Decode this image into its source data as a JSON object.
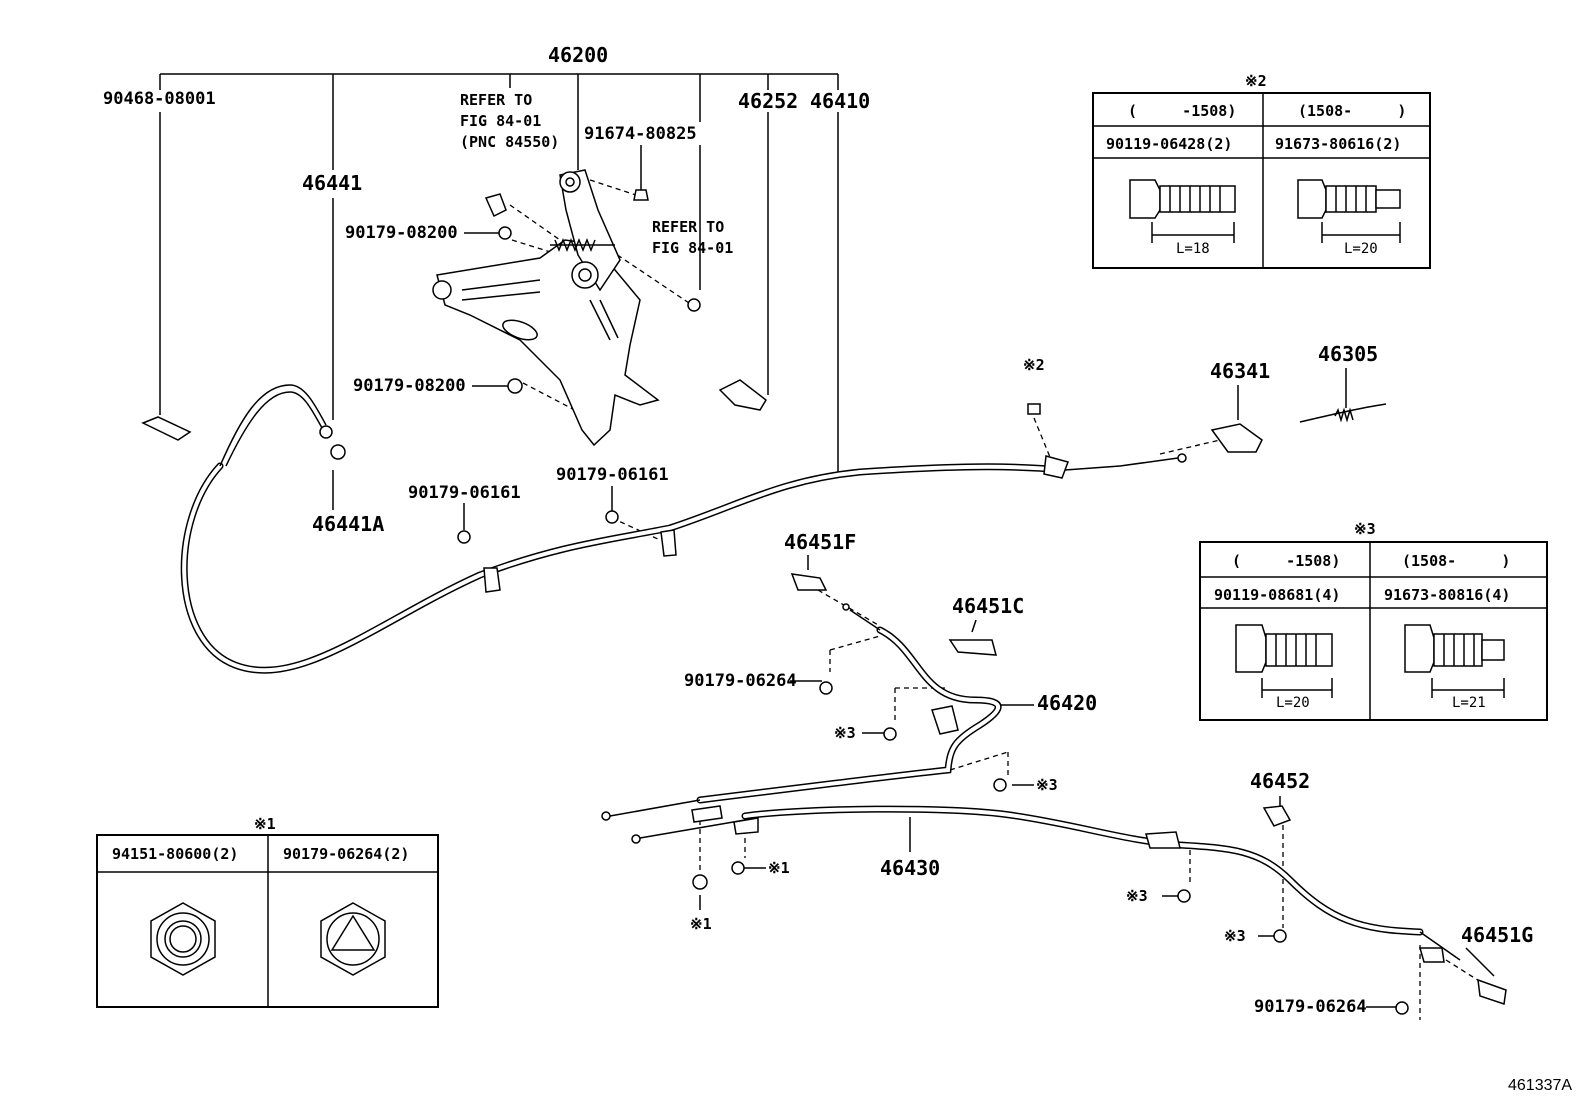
{
  "labels": {
    "p46200": "46200",
    "p90468": "90468-08001",
    "refer1_line1": "REFER TO",
    "refer1_line2": "FIG 84-01",
    "refer1_line3": "(PNC 84550)",
    "p91674": "91674-80825",
    "p46252": "46252",
    "p46410": "46410",
    "p46441": "46441",
    "p90179_08200_a": "90179-08200",
    "refer2_line1": "REFER TO",
    "refer2_line2": "FIG 84-01",
    "p90179_08200_b": "90179-08200",
    "p46441A": "46441A",
    "p90179_06161_a": "90179-06161",
    "p90179_06161_b": "90179-06161",
    "note2_small": "※2",
    "p46341": "46341",
    "p46305": "46305",
    "p46451F": "46451F",
    "p46451C": "46451C",
    "p90179_06264_a": "90179-06264",
    "p46420": "46420",
    "note3_a": "※3",
    "note3_b": "※3",
    "p46452": "46452",
    "p46430": "46430",
    "note1_a": "※1",
    "note1_b": "※1",
    "note3_c": "※3",
    "note3_d": "※3",
    "p46451G": "46451G",
    "p90179_06264_b": "90179-06264",
    "fig_id": "461337A"
  },
  "table_note2": {
    "mark": "※2",
    "col1_header": "(     -1508)",
    "col2_header": "(1508-     )",
    "col1_part": "90119-06428(2)",
    "col2_part": "91673-80616(2)",
    "col1_len": "L=18",
    "col2_len": "L=20"
  },
  "table_note3": {
    "mark": "※3",
    "col1_header": "(     -1508)",
    "col2_header": "(1508-     )",
    "col1_part": "90119-08681(4)",
    "col2_part": "91673-80816(4)",
    "col1_len": "L=20",
    "col2_len": "L=21"
  },
  "table_note1": {
    "mark": "※1",
    "col1_part": "94151-80600(2)",
    "col2_part": "90179-06264(2)"
  }
}
